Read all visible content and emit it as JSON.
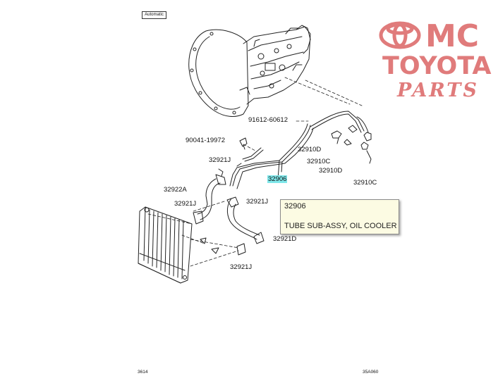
{
  "header_box": "Automatic",
  "logo": {
    "mc": "MC",
    "brand": "TOYOTA",
    "sub": "PARTS",
    "color": "#e07b7b"
  },
  "labels": {
    "p91612": "91612-60612",
    "p90041": "90041-19972",
    "p32910D_a": "32910D",
    "p32910C_a": "32910C",
    "p32910D_b": "32910D",
    "p32910C_b": "32910C",
    "p32921J_a": "32921J",
    "p32906": "32906",
    "p32922A": "32922A",
    "p32921J_b": "32921J",
    "p32921J_c": "32921J",
    "p32921D": "32921D",
    "p32921J_d": "32921J"
  },
  "tooltip": {
    "code": "32906",
    "description": "TUBE SUB-ASSY, OIL COOLER"
  },
  "footer": {
    "left": "3614",
    "right": "35A060"
  },
  "highlight_color": "#7fe7ea"
}
